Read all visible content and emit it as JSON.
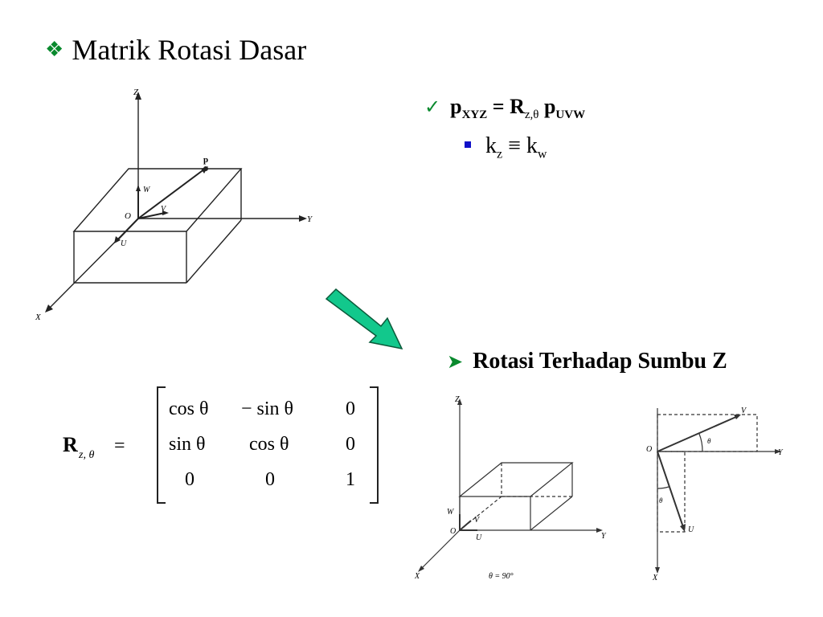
{
  "slide": {
    "title": "Matrik Rotasi Dasar",
    "title_bullet": "❖",
    "bullet1": {
      "icon": "check-icon",
      "p": "p",
      "p_sub": "XYZ",
      "equals": " = ",
      "R": "R",
      "R_sub": "z,θ",
      "p2": " p",
      "p2_sub": "UVW"
    },
    "bullet2": {
      "k1": "k",
      "k1_sub": "z",
      "equiv": " ≡ ",
      "k2": "k",
      "k2_sub": "w"
    },
    "bullet3": {
      "icon": "arrow-bullet-icon",
      "text": "Rotasi Terhadap Sumbu Z"
    },
    "accent_color": "#0a8a2e",
    "arrow_color": "#12c88c",
    "square_bullet_color": "#1010c8"
  },
  "matrix": {
    "label_R": "R",
    "label_sub": "z, θ",
    "equals": "=",
    "rows": [
      [
        "cos θ",
        "− sin θ",
        "0"
      ],
      [
        "sin θ",
        "cos θ",
        "0"
      ],
      [
        "0",
        "0",
        "1"
      ]
    ]
  },
  "figure1": {
    "axis_z": "Z",
    "axis_y": "Y",
    "axis_x": "X",
    "axis_w": "W",
    "axis_v": "V",
    "axis_u": "U",
    "origin": "O",
    "point": "p"
  },
  "figure2": {
    "axis_z": "Z",
    "axis_y": "Y",
    "axis_x": "X",
    "axis_w": "W",
    "axis_v": "V",
    "axis_u": "U",
    "origin": "O",
    "caption": "θ = 90°"
  },
  "figure3": {
    "axis_y": "Y",
    "axis_x": "X",
    "axis_v": "V",
    "axis_u": "U",
    "origin": "O",
    "theta1": "θ",
    "theta2": "θ"
  }
}
